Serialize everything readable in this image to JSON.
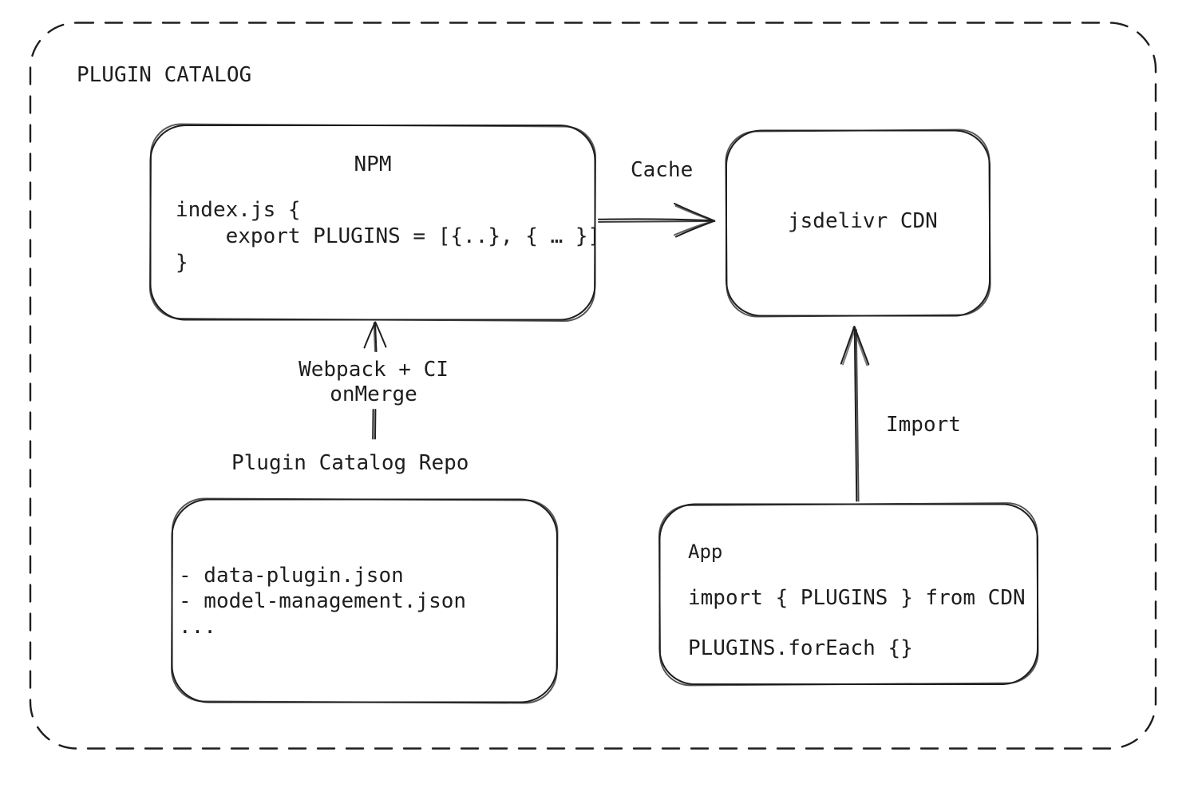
{
  "canvas": {
    "background": "#ffffff",
    "stroke_color": "#1e1e1e"
  },
  "title": "PLUGIN CATALOG",
  "nodes": {
    "npm": {
      "title": "NPM",
      "code": "index.js {\n    export PLUGINS = [{..}, { … }]\n}"
    },
    "cdn": {
      "label": "jsdelivr CDN"
    },
    "repo": {
      "label": "Plugin Catalog Repo",
      "files": [
        "- data-plugin.json",
        "- model-management.json",
        "..."
      ]
    },
    "app": {
      "title": "App",
      "code_line1": "import { PLUGINS } from CDN",
      "code_line2": "PLUGINS.forEach {}"
    }
  },
  "edges": {
    "npm_to_cdn": {
      "label": "Cache"
    },
    "repo_to_npm": {
      "label_line1": "Webpack + CI",
      "label_line2": "onMerge"
    },
    "app_to_cdn": {
      "label": "Import"
    }
  }
}
